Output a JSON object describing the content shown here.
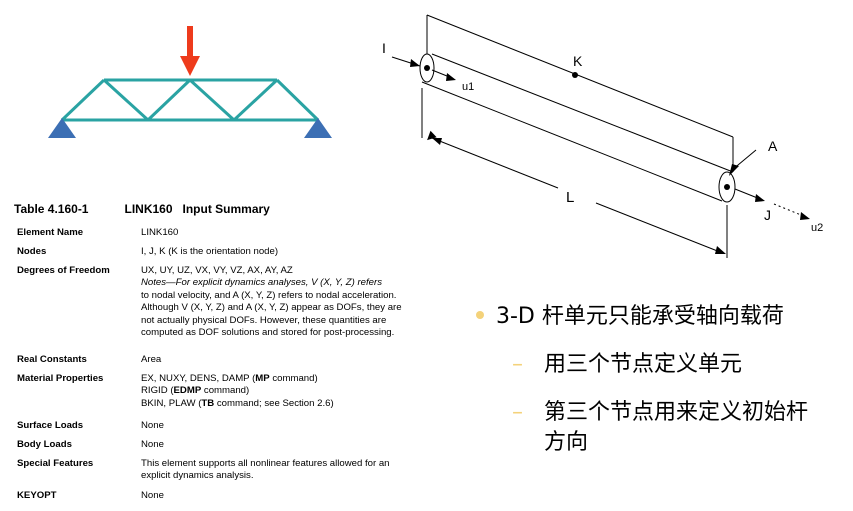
{
  "diagram": {
    "node_i": "I",
    "node_j": "J",
    "node_k": "K",
    "area_label": "A",
    "length_label": "L",
    "u1_label": "u1",
    "u2_label": "u2"
  },
  "table": {
    "number": "Table 4.160-1",
    "title": "LINK160   Input Summary",
    "rows": [
      {
        "label": "Element Name",
        "lines": [
          "LINK160"
        ]
      },
      {
        "label": "Nodes",
        "lines": [
          "I, J, K (K is the orientation node)"
        ]
      },
      {
        "label": "Degrees of Freedom",
        "lines": [
          "UX, UY, UZ, VX, VY, VZ, AX, AY, AZ",
          "Notes—For explicit dynamics analyses, V (X, Y, Z) refers",
          "to nodal velocity, and A (X, Y, Z) refers to nodal acceleration.",
          "Although V (X, Y, Z) and A (X, Y, Z) appear as DOFs, they are",
          "not actually physical DOFs.  However, these quantities are",
          "computed as DOF solutions and stored for post-processing."
        ]
      },
      {
        "label": "Real Constants",
        "lines": [
          "Area"
        ]
      },
      {
        "label": "Material Properties",
        "lines": [
          "EX, NUXY, DENS, DAMP (MP command)",
          "RIGID (EDMP command)",
          "BKIN, PLAW (TB command; see Section 2.6)"
        ]
      },
      {
        "label": "Surface Loads",
        "lines": [
          "None"
        ]
      },
      {
        "label": "Body Loads",
        "lines": [
          "None"
        ]
      },
      {
        "label": "Special Features",
        "lines": [
          "This element supports all nonlinear features allowed for an",
          "explicit dynamics analysis."
        ]
      },
      {
        "label": "KEYOPT",
        "lines": [
          "None"
        ]
      }
    ]
  },
  "bullets": {
    "main": "3-D 杆单元只能承受轴向载荷",
    "sub1": "用三个节点定义单元",
    "sub2_line1": "第三个节点用来定义初始杆",
    "sub2_line2": "方向"
  },
  "colors": {
    "truss": "#2aa3a3",
    "support": "#3c6fb4",
    "arrow": "#ee3b1c",
    "bullet_accent": "#f4d27a"
  }
}
